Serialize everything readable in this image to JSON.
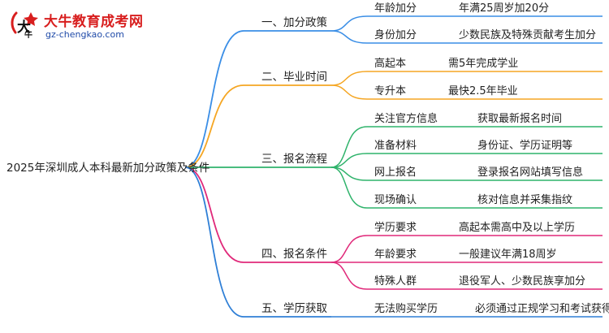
{
  "logo": {
    "title": "大牛教育成考网",
    "url": "gz-chengkao.com"
  },
  "root": "2025年深圳成人本科最新加分政策及条件",
  "branches": [
    {
      "label": "一、加分政策",
      "color": "#3a8ee6",
      "items": [
        {
          "label": "年龄加分",
          "value": "年满25周岁加20分"
        },
        {
          "label": "身份加分",
          "value": "少数民族及特殊贡献考生加分"
        }
      ]
    },
    {
      "label": "二、毕业时间",
      "color": "#f5a623",
      "items": [
        {
          "label": "高起本",
          "value": "需5年完成学业"
        },
        {
          "label": "专升本",
          "value": "最快2.5年毕业"
        }
      ]
    },
    {
      "label": "三、报名流程",
      "color": "#2fb36b",
      "items": [
        {
          "label": "关注官方信息",
          "value": "获取最新报名时间"
        },
        {
          "label": "准备材料",
          "value": "身份证、学历证明等"
        },
        {
          "label": "网上报名",
          "value": "登录报名网站填写信息"
        },
        {
          "label": "现场确认",
          "value": "核对信息并采集指纹"
        }
      ]
    },
    {
      "label": "四、报名条件",
      "color": "#e0297a",
      "items": [
        {
          "label": "学历要求",
          "value": "高起本需高中及以上学历"
        },
        {
          "label": "年龄要求",
          "value": "一般建议年满18周岁"
        },
        {
          "label": "特殊人群",
          "value": "退役军人、少数民族享加分"
        }
      ]
    },
    {
      "label": "五、学历获取",
      "color": "#2f7fd6",
      "items": [
        {
          "label": "无法购买学历",
          "value": "必须通过正规学习和考试获得"
        }
      ]
    }
  ]
}
